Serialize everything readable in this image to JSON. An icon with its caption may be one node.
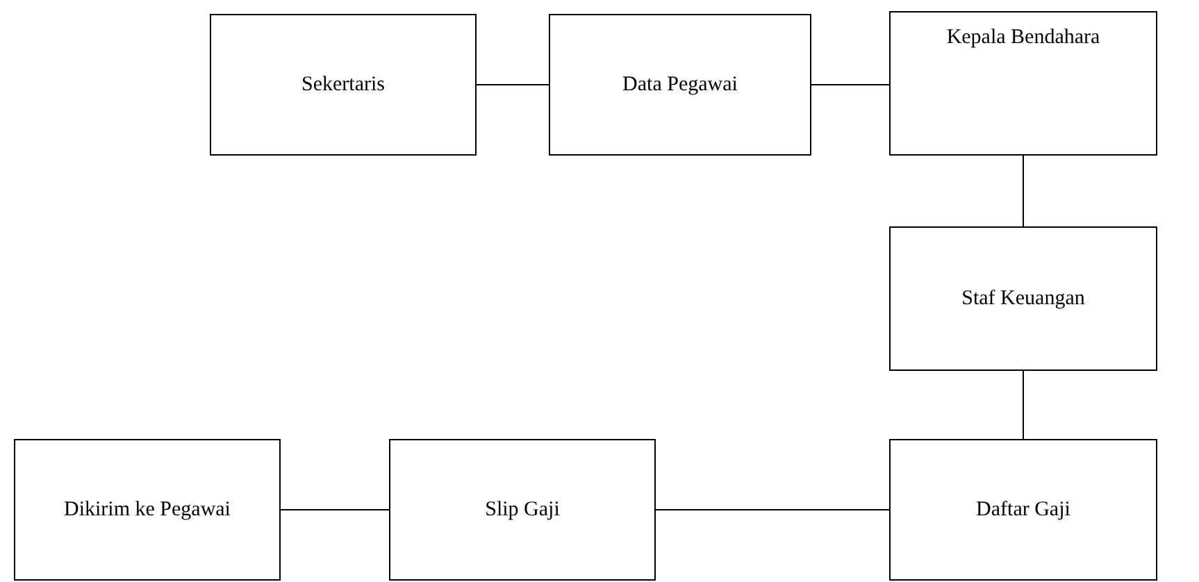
{
  "diagram": {
    "nodes": [
      {
        "text": [
          "Sekertaris"
        ]
      },
      {
        "text": [
          "Data Pegawai"
        ]
      },
      {
        "text": [
          "Kepala Bendahara"
        ]
      },
      {
        "text": [
          "Staf Keuangan"
        ]
      },
      {
        "text": [
          "Daftar Gaji"
        ]
      },
      {
        "text": [
          "Slip Gaji"
        ]
      },
      {
        "text": [
          "Dikirim ke Pegawai"
        ]
      }
    ],
    "edges": [
      {
        "from": 0,
        "to": 1,
        "arrow": "none"
      },
      {
        "from": 1,
        "to": 2,
        "arrow": "none"
      },
      {
        "from": 2,
        "to": 3,
        "arrow": "none"
      },
      {
        "from": 3,
        "to": 4,
        "arrow": "none"
      },
      {
        "from": 4,
        "to": 5,
        "arrow": "none"
      },
      {
        "from": 5,
        "to": 6,
        "arrow": "none"
      }
    ]
  }
}
